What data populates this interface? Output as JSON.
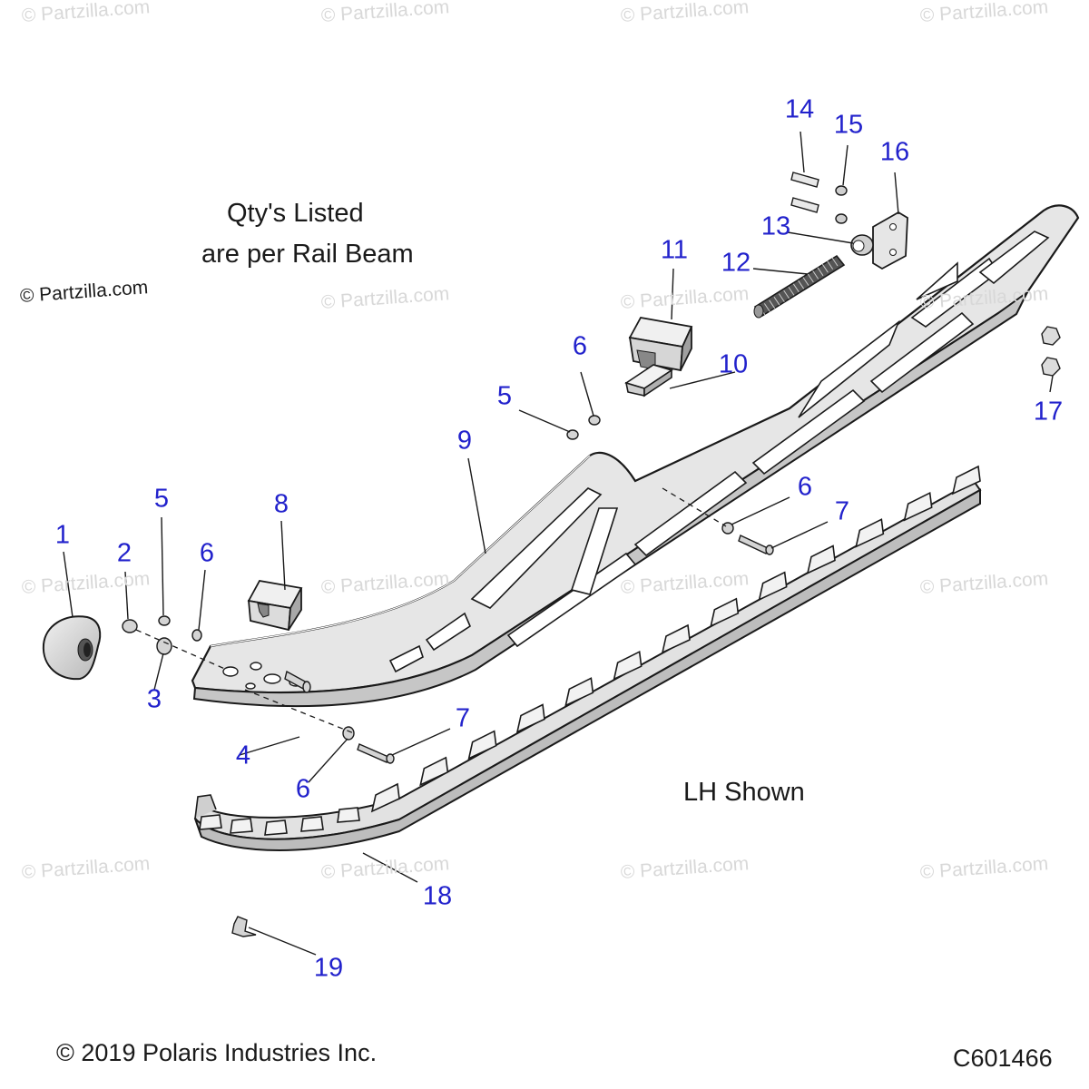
{
  "watermark_text": "© Partzilla.com",
  "notes": {
    "qty_line1": "Qty's Listed",
    "qty_line2": "are per Rail Beam",
    "partzilla": "© Partzilla.com",
    "lh_shown": "LH Shown"
  },
  "footer": {
    "copyright": "© 2019 Polaris Industries Inc.",
    "diagram_code": "C601466"
  },
  "callouts": [
    "1",
    "2",
    "3",
    "4",
    "5",
    "6",
    "7",
    "8",
    "9",
    "10",
    "11",
    "12",
    "13",
    "14",
    "15",
    "16",
    "17",
    "18",
    "19",
    "5",
    "6",
    "6",
    "6",
    "7"
  ],
  "colors": {
    "callout": "#2222cc",
    "line": "#1a1a1a",
    "part_fill": "#e4e4e4",
    "part_shade": "#c4c4c4",
    "watermark": "#d8d8d8"
  }
}
